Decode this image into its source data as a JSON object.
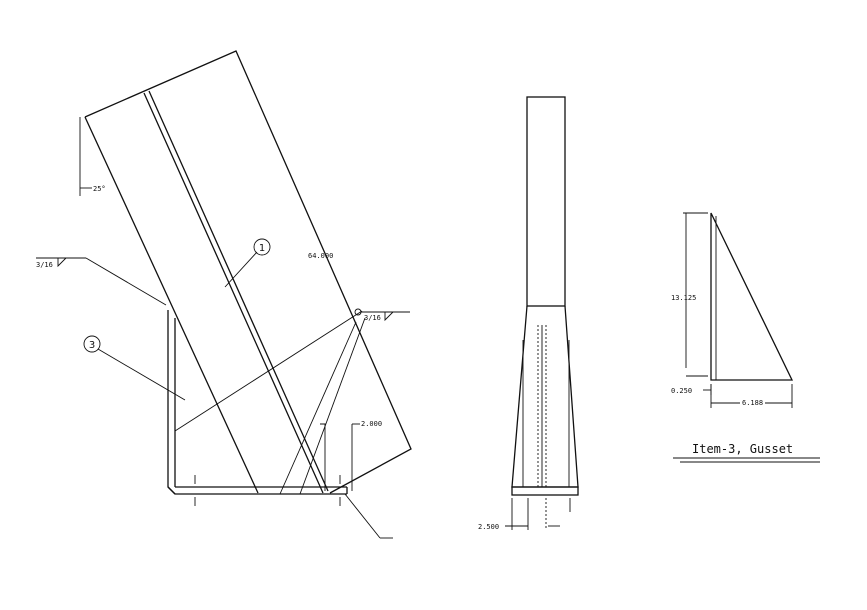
{
  "left_view": {
    "angle": "25°",
    "weld_left": "3/16",
    "weld_right": "3/16",
    "length": "64.000",
    "offset": "2.000",
    "item_1": "1",
    "item_3": "3"
  },
  "middle_view": {
    "width": "2.500"
  },
  "gusset": {
    "height": "13.125",
    "thickness": "0.250",
    "base": "6.188",
    "title": "Item-3, Gusset"
  }
}
